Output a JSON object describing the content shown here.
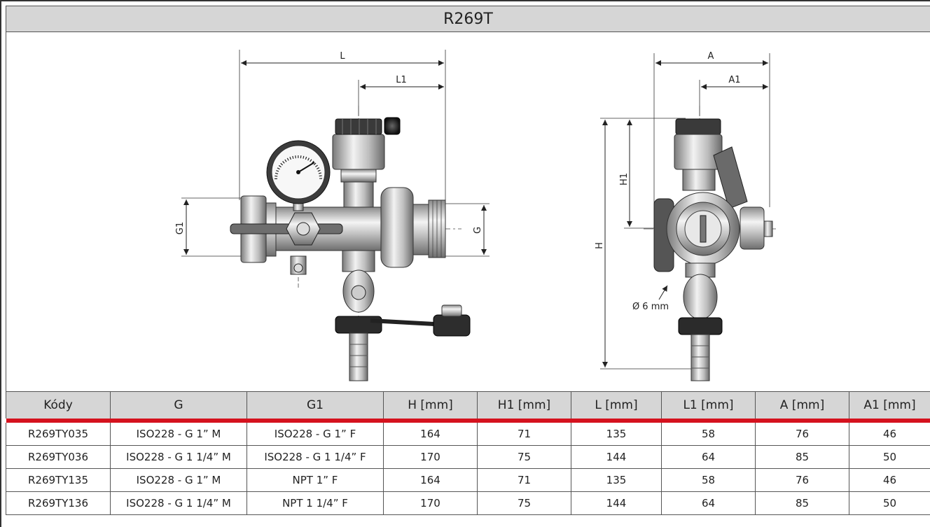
{
  "title": "R269T",
  "drawing": {
    "front_view": {
      "L": "L",
      "L1": "L1",
      "G": "G",
      "G1": "G1"
    },
    "side_view": {
      "A": "A",
      "A1": "A1",
      "H": "H",
      "H1": "H1",
      "hole": "Ø 6 mm"
    }
  },
  "table": {
    "headers": [
      "Kódy",
      "G",
      "G1",
      "H [mm]",
      "H1 [mm]",
      "L [mm]",
      "L1 [mm]",
      "A [mm]",
      "A1 [mm]"
    ],
    "rows": [
      [
        "R269TY035",
        "ISO228 - G 1” M",
        "ISO228 - G 1” F",
        "164",
        "71",
        "135",
        "58",
        "76",
        "46"
      ],
      [
        "R269TY036",
        "ISO228 - G 1 1/4” M",
        "ISO228 - G 1 1/4” F",
        "170",
        "75",
        "144",
        "64",
        "85",
        "50"
      ],
      [
        "R269TY135",
        "ISO228 - G 1” M",
        "NPT 1” F",
        "164",
        "71",
        "135",
        "58",
        "76",
        "46"
      ],
      [
        "R269TY136",
        "ISO228 - G 1 1/4” M",
        "NPT 1 1/4” F",
        "170",
        "75",
        "144",
        "64",
        "85",
        "50"
      ]
    ]
  },
  "colors": {
    "accent": "#d5121e",
    "header_bg": "#d6d6d6"
  }
}
